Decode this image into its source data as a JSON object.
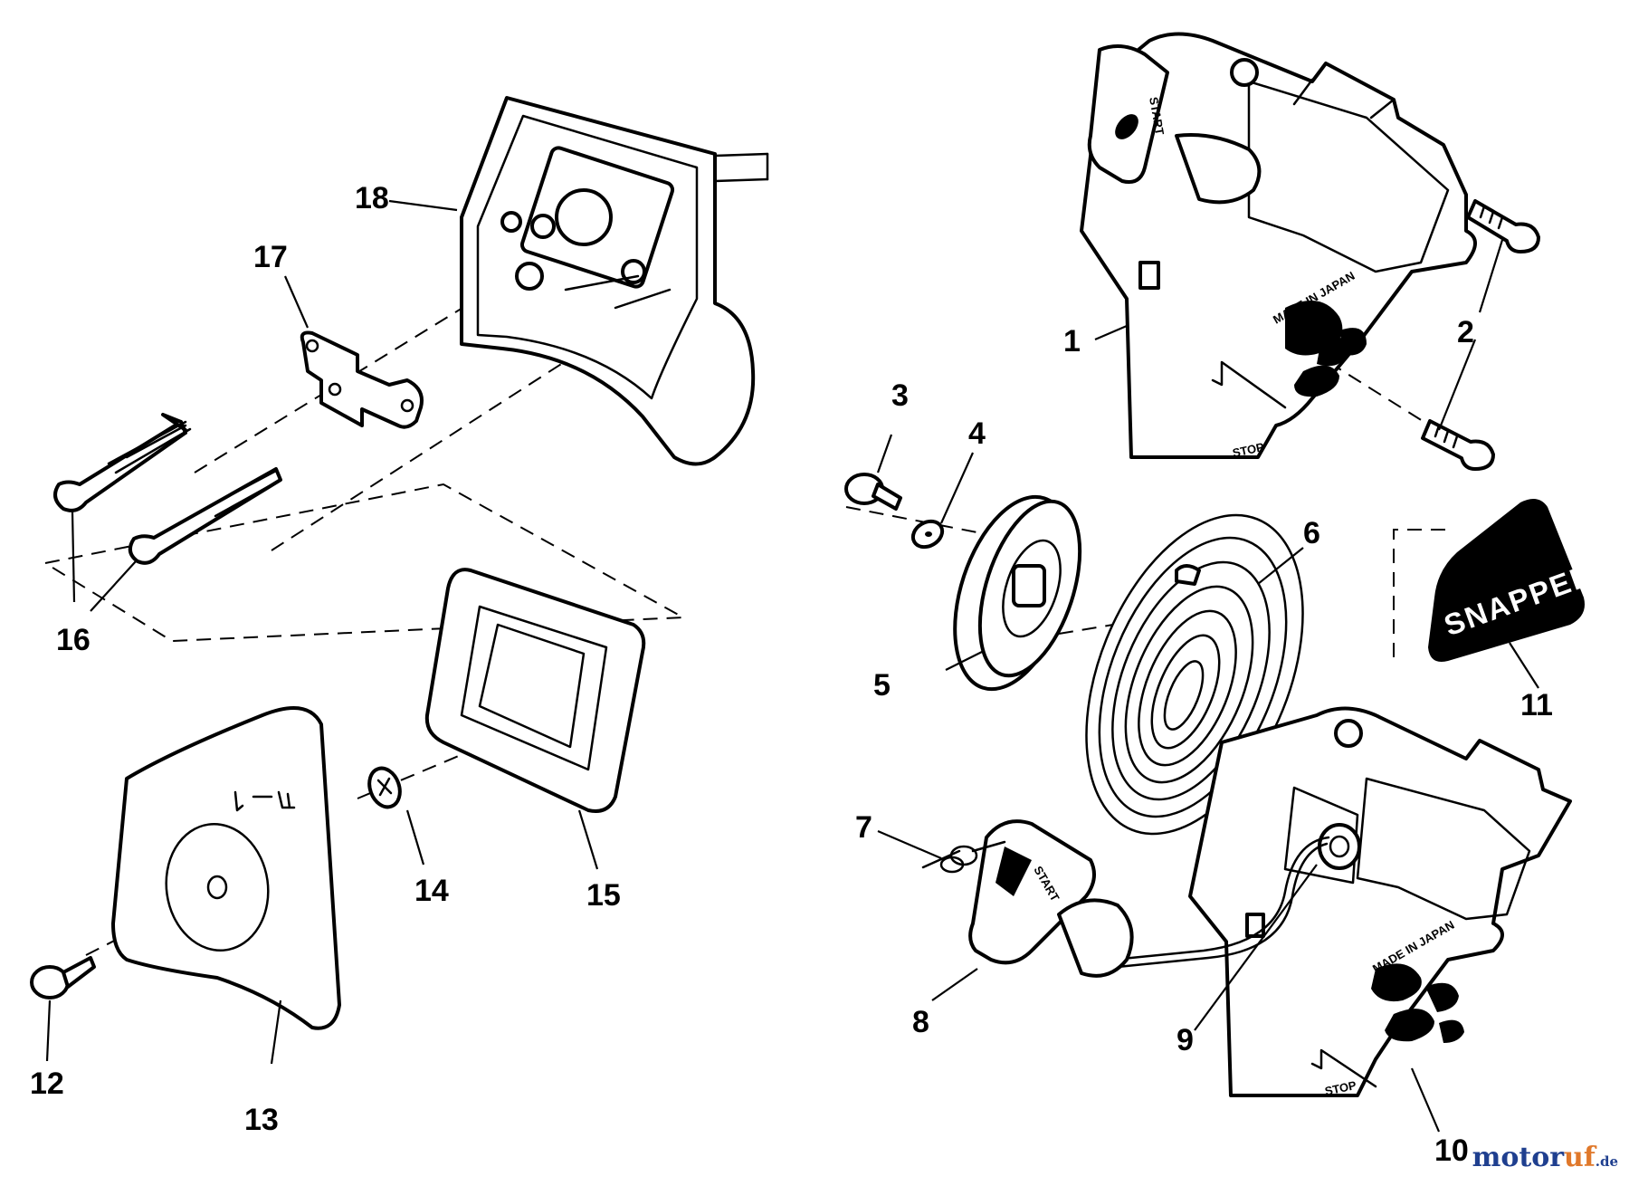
{
  "callouts": {
    "c1": "1",
    "c2": "2",
    "c3": "3",
    "c4": "4",
    "c5": "5",
    "c6": "6",
    "c7": "7",
    "c8": "8",
    "c9": "9",
    "c10": "10",
    "c11": "11",
    "c12": "12",
    "c13": "13",
    "c14": "14",
    "c15": "15",
    "c16": "16",
    "c17": "17",
    "c18": "18"
  },
  "imprints": {
    "start_upper": "START",
    "start_lower": "START",
    "stop_upper": "STOP",
    "stop_lower": "STOP",
    "made_upper": "MADE IN JAPAN",
    "made_lower": "MADE IN JAPAN",
    "brand_label": "SNAPPER"
  },
  "watermark": {
    "part_a": "motor",
    "part_b": "uf",
    "part_c": ".de"
  }
}
